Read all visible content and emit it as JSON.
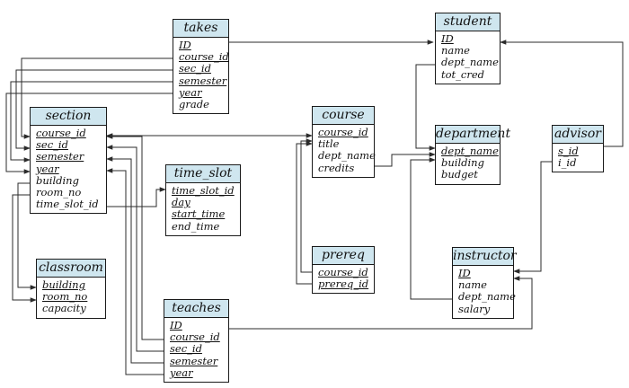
{
  "tables": {
    "takes": {
      "title": "takes",
      "attrs": [
        {
          "name": "ID",
          "pk": true
        },
        {
          "name": "course_id",
          "pk": true
        },
        {
          "name": "sec_id",
          "pk": true
        },
        {
          "name": "semester",
          "pk": true
        },
        {
          "name": "year",
          "pk": true
        },
        {
          "name": "grade",
          "pk": false
        }
      ]
    },
    "student": {
      "title": "student",
      "attrs": [
        {
          "name": "ID",
          "pk": true
        },
        {
          "name": "name",
          "pk": false
        },
        {
          "name": "dept_name",
          "pk": false
        },
        {
          "name": "tot_cred",
          "pk": false
        }
      ]
    },
    "section": {
      "title": "section",
      "attrs": [
        {
          "name": "course_id",
          "pk": true
        },
        {
          "name": "sec_id",
          "pk": true
        },
        {
          "name": "semester",
          "pk": true
        },
        {
          "name": "year",
          "pk": true
        },
        {
          "name": "building",
          "pk": false
        },
        {
          "name": "room_no",
          "pk": false
        },
        {
          "name": "time_slot_id",
          "pk": false
        }
      ]
    },
    "course": {
      "title": "course",
      "attrs": [
        {
          "name": "course_id",
          "pk": true
        },
        {
          "name": "title",
          "pk": false
        },
        {
          "name": "dept_name",
          "pk": false
        },
        {
          "name": "credits",
          "pk": false
        }
      ]
    },
    "department": {
      "title": "department",
      "attrs": [
        {
          "name": "dept_name",
          "pk": true
        },
        {
          "name": "building",
          "pk": false
        },
        {
          "name": "budget",
          "pk": false
        }
      ]
    },
    "advisor": {
      "title": "advisor",
      "attrs": [
        {
          "name": "s_id",
          "pk": true
        },
        {
          "name": "i_id",
          "pk": false
        }
      ]
    },
    "time_slot": {
      "title": "time_slot",
      "attrs": [
        {
          "name": "time_slot_id",
          "pk": true
        },
        {
          "name": "day",
          "pk": true
        },
        {
          "name": "start_time",
          "pk": true
        },
        {
          "name": "end_time",
          "pk": false
        }
      ]
    },
    "classroom": {
      "title": "classroom",
      "attrs": [
        {
          "name": "building",
          "pk": true
        },
        {
          "name": "room_no",
          "pk": true
        },
        {
          "name": "capacity",
          "pk": false
        }
      ]
    },
    "prereq": {
      "title": "prereq",
      "attrs": [
        {
          "name": "course_id",
          "pk": true
        },
        {
          "name": "prereq_id",
          "pk": true
        }
      ]
    },
    "instructor": {
      "title": "instructor",
      "attrs": [
        {
          "name": "ID",
          "pk": true
        },
        {
          "name": "name",
          "pk": false
        },
        {
          "name": "dept_name",
          "pk": false
        },
        {
          "name": "salary",
          "pk": false
        }
      ]
    },
    "teaches": {
      "title": "teaches",
      "attrs": [
        {
          "name": "ID",
          "pk": true
        },
        {
          "name": "course_id",
          "pk": true
        },
        {
          "name": "sec_id",
          "pk": true
        },
        {
          "name": "semester",
          "pk": true
        },
        {
          "name": "year",
          "pk": true
        }
      ]
    }
  },
  "colors": {
    "header_fill": "#cfe6ef",
    "border": "#1a1a1a",
    "line": "#2b2b2b"
  }
}
